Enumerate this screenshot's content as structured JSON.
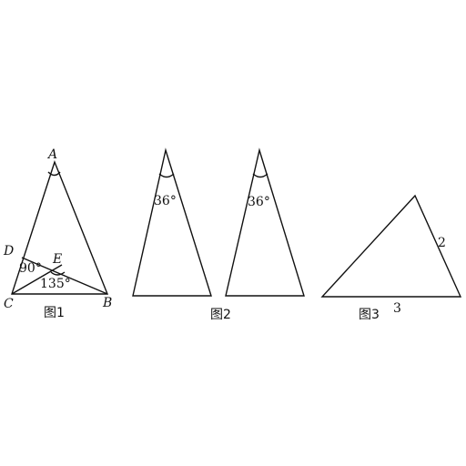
{
  "figure1": {
    "caption": "图1",
    "points": {
      "A": "A",
      "B": "B",
      "C": "C",
      "D": "D",
      "E": "E"
    },
    "angles": {
      "D_E": "90°",
      "E": "135°"
    }
  },
  "figure2": {
    "caption": "图2",
    "left_apex_angle": "36°",
    "right_apex_angle": "36°"
  },
  "figure3": {
    "caption": "图3",
    "side_right": "2",
    "side_bottom": "3"
  }
}
